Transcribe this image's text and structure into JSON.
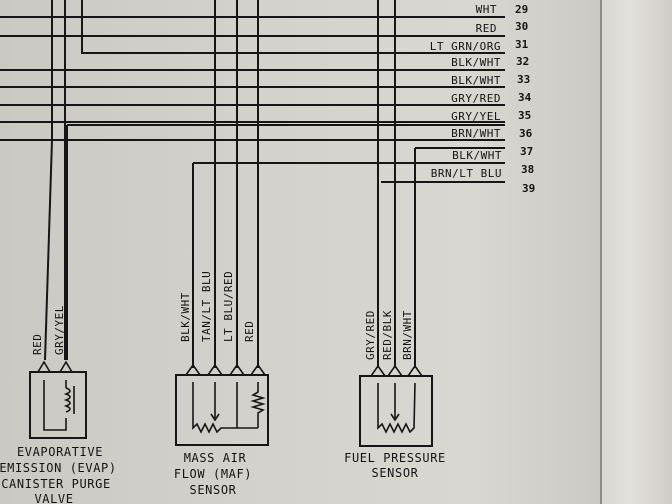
{
  "pins": [
    {
      "num": "29",
      "label": "WHT"
    },
    {
      "num": "30",
      "label": "RED"
    },
    {
      "num": "31",
      "label": "LT GRN/ORG"
    },
    {
      "num": "32",
      "label": "BLK/WHT"
    },
    {
      "num": "33",
      "label": "BLK/WHT"
    },
    {
      "num": "34",
      "label": "GRY/RED"
    },
    {
      "num": "35",
      "label": "GRY/YEL"
    },
    {
      "num": "36",
      "label": "BRN/WHT"
    },
    {
      "num": "37",
      "label": "BLK/WHT"
    },
    {
      "num": "38",
      "label": "BRN/LT BLU"
    },
    {
      "num": "39",
      "label": ""
    }
  ],
  "evap": {
    "wires": [
      "RED",
      "GRY/YEL"
    ],
    "caption": [
      "EVAPORATIVE",
      "EMISSION (EVAP)",
      "CANISTER PURGE",
      "VALVE"
    ]
  },
  "maf": {
    "wires": [
      "BLK/WHT",
      "TAN/LT BLU",
      "LT BLU/RED",
      "RED"
    ],
    "caption": [
      "MASS AIR",
      "FLOW (MAF)",
      "SENSOR"
    ]
  },
  "fps": {
    "wires": [
      "GRY/RED",
      "RED/BLK",
      "BRN/WHT"
    ],
    "caption": [
      "FUEL PRESSURE",
      "SENSOR"
    ]
  }
}
